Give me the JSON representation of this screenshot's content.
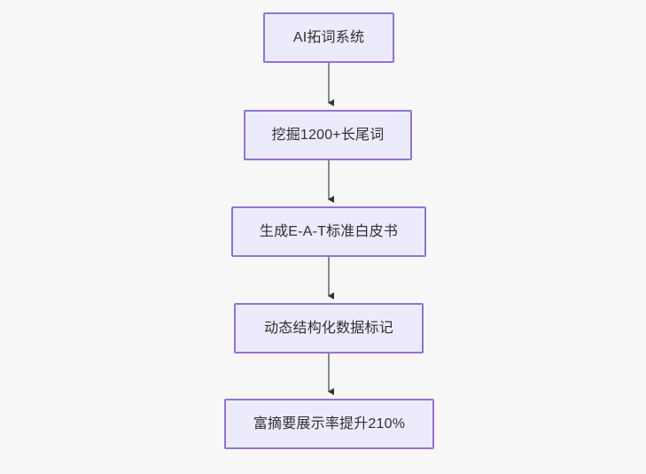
{
  "diagram": {
    "type": "flowchart",
    "direction": "top-to-bottom",
    "background_color": "#f7f7f7",
    "node_fill_color": "#ecebfc",
    "node_border_color": "#9472d4",
    "node_text_color": "#303030",
    "edge_color": "#888888",
    "arrowhead_color": "#333333",
    "nodes": [
      {
        "id": "n1",
        "label": "AI拓词系统"
      },
      {
        "id": "n2",
        "label": "挖掘1200+长尾词"
      },
      {
        "id": "n3",
        "label": "生成E-A-T标准白皮书"
      },
      {
        "id": "n4",
        "label": "动态结构化数据标记"
      },
      {
        "id": "n5",
        "label": "富摘要展示率提升210%"
      }
    ],
    "edges": [
      {
        "from": "n1",
        "to": "n2",
        "label": ""
      },
      {
        "from": "n2",
        "to": "n3",
        "label": ""
      },
      {
        "from": "n3",
        "to": "n4",
        "label": ""
      },
      {
        "from": "n4",
        "to": "n5",
        "label": ""
      }
    ]
  }
}
